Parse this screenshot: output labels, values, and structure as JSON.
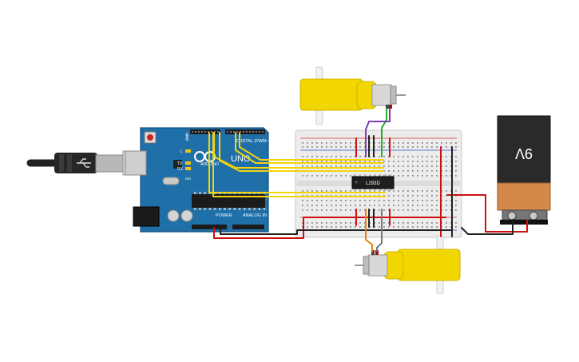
{
  "arduino": {
    "brand": "ARDUINO",
    "model": "UNO",
    "digital_header": "DIGITAL (PWM~)",
    "power_header": "POWER",
    "analog_header": "ANALOG IN",
    "tx_label": "TX",
    "rx_label": "RX",
    "l_label": "L",
    "on_label": "ON",
    "aref_label": "AREF",
    "gnd_label": "GND"
  },
  "driver_chip": {
    "label": "L293D"
  },
  "battery": {
    "label": "9V"
  },
  "colors": {
    "board_blue": "#1f6fa8",
    "motor_yellow": "#f2d600",
    "wire_yellow": "#f5d40a",
    "wire_red": "#d01010",
    "wire_black": "#222222",
    "wire_green": "#2aa832",
    "wire_purple": "#7a3fb0",
    "wire_orange": "#e8820c",
    "battery_body": "#2a2a2a",
    "battery_tan": "#d4894a"
  }
}
